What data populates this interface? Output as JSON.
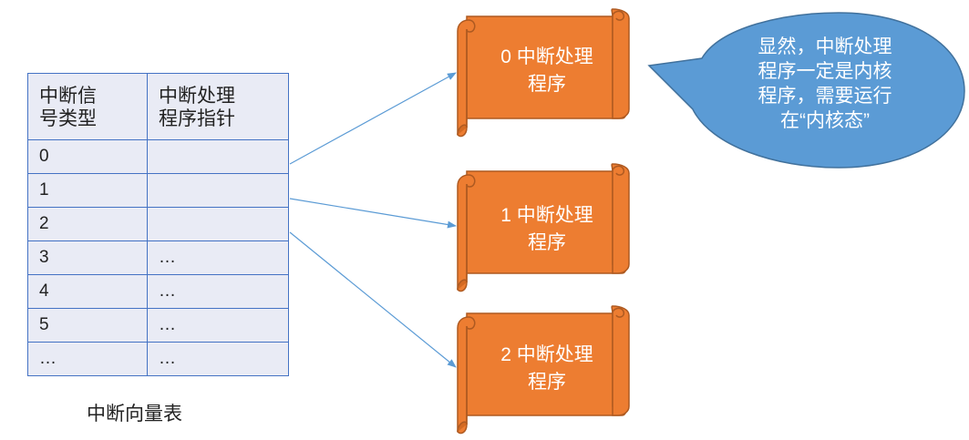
{
  "vector_table": {
    "header": {
      "col1_line1": "中断信",
      "col1_line2": "号类型",
      "col2_line1": "中断处理",
      "col2_line2": "程序指针"
    },
    "rows": [
      {
        "type": "0",
        "pointer": ""
      },
      {
        "type": "1",
        "pointer": ""
      },
      {
        "type": "2",
        "pointer": ""
      },
      {
        "type": "3",
        "pointer": "…"
      },
      {
        "type": "4",
        "pointer": "…"
      },
      {
        "type": "5",
        "pointer": "…"
      },
      {
        "type": "…",
        "pointer": "…"
      }
    ],
    "caption": "中断向量表"
  },
  "handlers": [
    {
      "line1": "0 中断处理",
      "line2": "程序"
    },
    {
      "line1": "1 中断处理",
      "line2": "程序"
    },
    {
      "line1": "2 中断处理",
      "line2": "程序"
    }
  ],
  "callout": {
    "line1": "显然，中断处理",
    "line2": "程序一定是内核",
    "line3": "程序，需要运行",
    "line4": "在“内核态”"
  },
  "colors": {
    "scroll_fill": "#ed7d31",
    "scroll_stroke": "#ae5a21",
    "bubble_fill": "#5b9bd5",
    "bubble_stroke": "#41719c",
    "table_border": "#4472c4",
    "table_fill": "#e9ebf5",
    "arrow": "#5b9bd5"
  }
}
